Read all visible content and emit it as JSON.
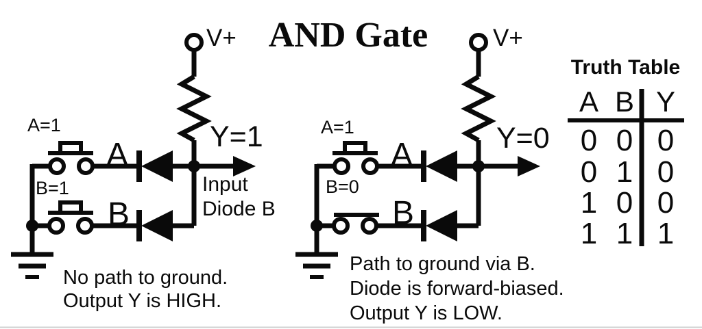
{
  "title": "AND Gate",
  "colors": {
    "ink": "#0a0a0a",
    "background": "#ffffff",
    "bottom_rule": "#cfd0d0"
  },
  "left_circuit": {
    "supply": "V+",
    "switch_a_state": "A=1",
    "switch_b_state": "B=1",
    "input_a": "A",
    "input_b": "B",
    "output": "Y=1",
    "annotation": [
      "Input",
      "Diode B"
    ],
    "caption": [
      "No path to ground.",
      "Output Y is HIGH."
    ]
  },
  "right_circuit": {
    "supply": "V+",
    "switch_a_state": "A=1",
    "switch_b_state": "B=0",
    "input_a": "A",
    "input_b": "B",
    "output": "Y=0",
    "caption": [
      "Path to ground via B.",
      "Diode is forward-biased.",
      "Output Y is LOW."
    ]
  },
  "truth_table": {
    "title": "Truth Table",
    "columns": [
      "A",
      "B",
      "Y"
    ],
    "rows": [
      [
        "0",
        "0",
        "0"
      ],
      [
        "0",
        "1",
        "0"
      ],
      [
        "1",
        "0",
        "0"
      ],
      [
        "1",
        "1",
        "1"
      ]
    ]
  }
}
